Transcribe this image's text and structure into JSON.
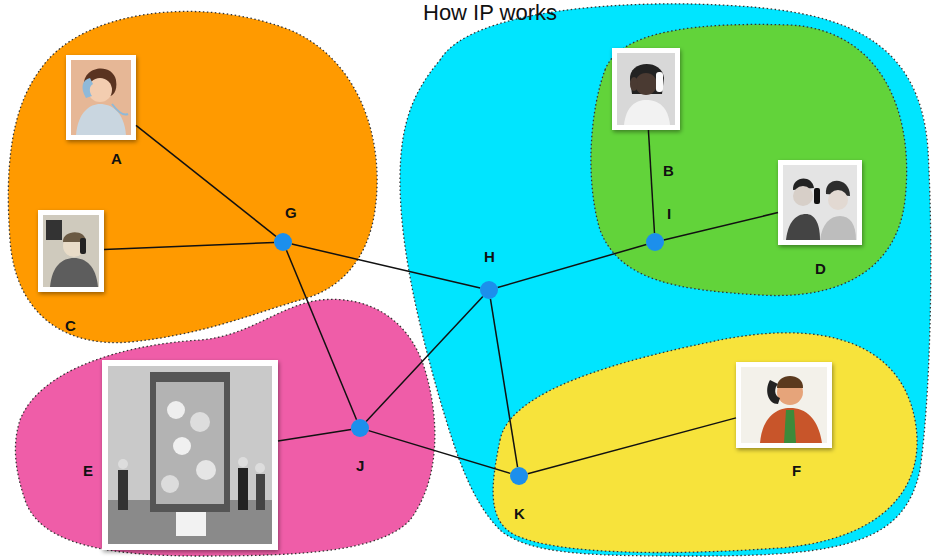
{
  "diagram": {
    "title": "How IP works",
    "nodes": [
      {
        "text": [
          "A"
        ]
      },
      {
        "text": [
          "B"
        ]
      },
      {
        "text": [
          "G"
        ]
      },
      {
        "text": [
          "I"
        ]
      },
      {
        "text": [
          "D"
        ]
      },
      {
        "text": [
          "H"
        ]
      },
      {
        "text": [
          "C"
        ]
      },
      {
        "text": [
          "J"
        ]
      },
      {
        "text": [
          "E"
        ]
      },
      {
        "text": [
          "F"
        ]
      },
      {
        "text": [
          "K"
        ]
      }
    ],
    "edges": [
      {
        "from": 0,
        "to": 2,
        "arrow": "none"
      },
      {
        "from": 6,
        "to": 2,
        "arrow": "none"
      },
      {
        "from": 2,
        "to": 5,
        "arrow": "none"
      },
      {
        "from": 2,
        "to": 7,
        "arrow": "none"
      },
      {
        "from": 5,
        "to": 3,
        "arrow": "none"
      },
      {
        "from": 3,
        "to": 1,
        "arrow": "none"
      },
      {
        "from": 3,
        "to": 4,
        "arrow": "none"
      },
      {
        "from": 5,
        "to": 7,
        "arrow": "none"
      },
      {
        "from": 5,
        "to": 10,
        "arrow": "none"
      },
      {
        "from": 7,
        "to": 8,
        "arrow": "none"
      },
      {
        "from": 7,
        "to": 10,
        "arrow": "none"
      },
      {
        "from": 10,
        "to": 9,
        "arrow": "none"
      }
    ]
  }
}
